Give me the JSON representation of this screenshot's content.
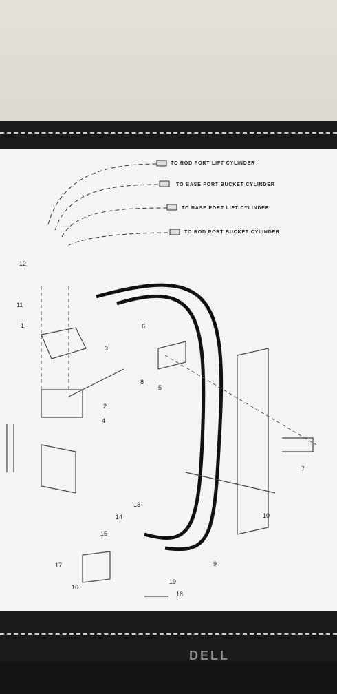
{
  "diagram": {
    "callouts": [
      "TO ROD PORT LIFT CYLINDER",
      "TO BASE PORT BUCKET CYLINDER",
      "TO BASE PORT LIFT CYLINDER",
      "TO ROD PORT BUCKET CYLINDER"
    ],
    "numbers": [
      "1",
      "2",
      "3",
      "4",
      "5",
      "6",
      "7",
      "8",
      "9",
      "10",
      "11",
      "12",
      "13",
      "14",
      "15",
      "16",
      "17",
      "18",
      "19"
    ]
  },
  "monitor": {
    "brand": "DELL"
  }
}
